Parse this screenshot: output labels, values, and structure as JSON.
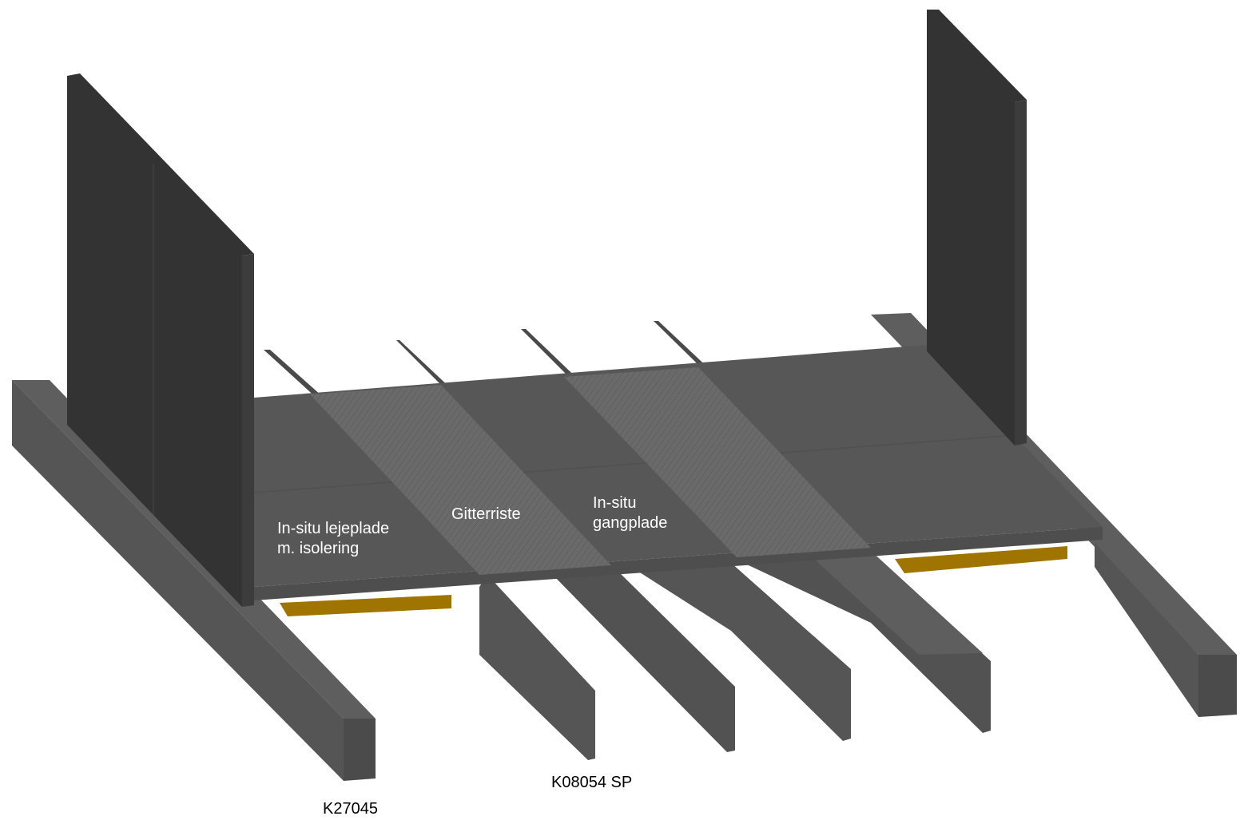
{
  "labels": {
    "lejeplade_line1": "In-situ lejeplade",
    "lejeplade_line2": "m. isolering",
    "gitterriste": "Gitterriste",
    "gangplade_line1": "In-situ",
    "gangplade_line2": "gangplade",
    "k08054": "K08054 SP",
    "k27045": "K27045"
  },
  "colors": {
    "background": "#ffffff",
    "wall_face": "#333333",
    "wall_side": "#3c3c3c",
    "beam_top": "#5e5e5e",
    "beam_side": "#555555",
    "beam_end": "#4b4b4b",
    "slab": "#575757",
    "slab_front": "#4e4e4e",
    "grating": "#6a6a6a",
    "bearing_pad": "#a07400",
    "label_on_dark": "#ffffff",
    "label_on_light": "#000000"
  }
}
